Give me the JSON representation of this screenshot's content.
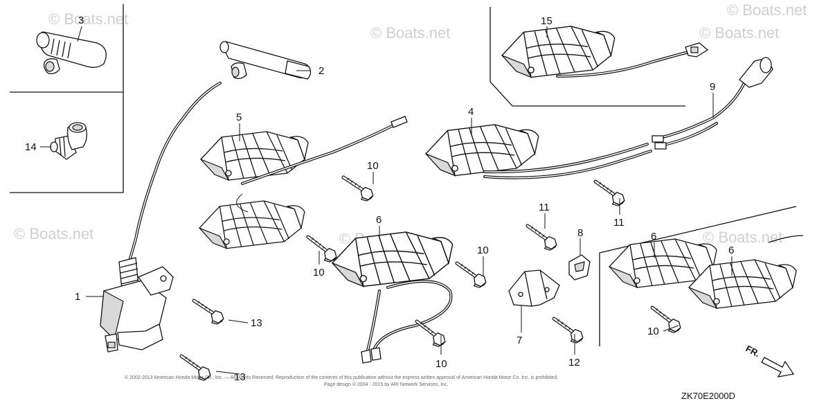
{
  "watermarks": [
    "© Boats.net",
    "© Boats.net",
    "© Boats.net",
    "© Boats.net",
    "© Boats.net",
    "© Boats.net",
    "© Boats.net"
  ],
  "copyright_line1": "© 2002-2013 American Honda Motor Co., Inc. — All Rights Reserved. Reproduction of the contents of this publication without the express written approval of American Honda Motor Co. Inc. is prohibited.",
  "copyright_line2": "Page design © 2004 - 2015 by ARI Network Services, Inc.",
  "diagram_code": "ZK70E2000D",
  "direction_label": "FR.",
  "labels": {
    "p1": "1",
    "p2": "2",
    "p3": "3",
    "p4": "4",
    "p5": "5",
    "p6a": "6",
    "p6b": "6",
    "p6c": "6",
    "p7": "7",
    "p8": "8",
    "p9": "9",
    "p10a": "10",
    "p10b": "10",
    "p10c": "10",
    "p10d": "10",
    "p10e": "10",
    "p11a": "11",
    "p11b": "11",
    "p12": "12",
    "p13a": "13",
    "p13b": "13",
    "p14": "14",
    "p15": "15"
  }
}
